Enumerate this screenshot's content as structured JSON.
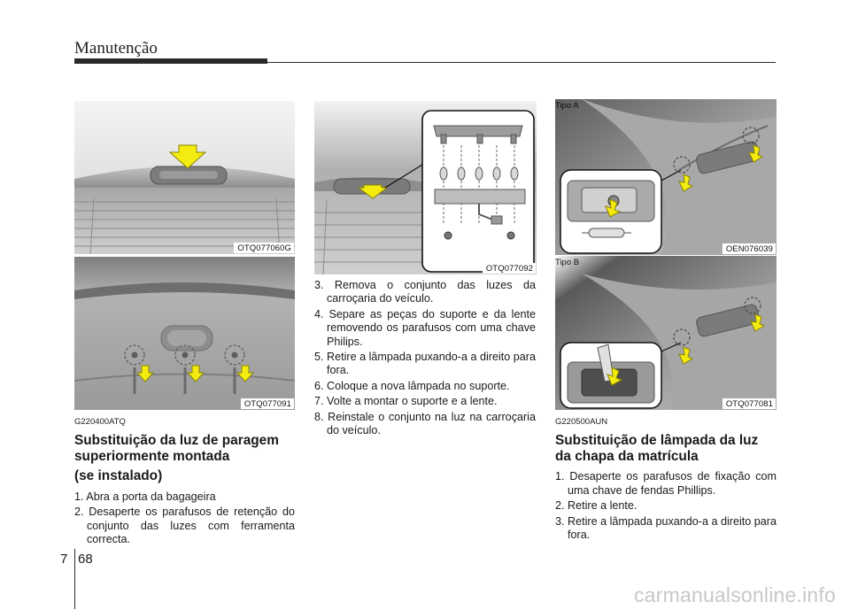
{
  "header": {
    "title": "Manutenção"
  },
  "figures": {
    "fig1": {
      "code": "OTQ077060G"
    },
    "fig2": {
      "code": "OTQ077091"
    },
    "fig3": {
      "code": "OTQ077092"
    },
    "fig4": {
      "code": "OEN076039",
      "label": "Tipo A"
    },
    "fig5": {
      "code": "OTQ077081",
      "label": "Tipo B"
    }
  },
  "left_section": {
    "code": "G220400ATQ",
    "heading_1": "Substituição da luz de paragem superiormente montada",
    "heading_2": "(se instalado)",
    "steps": [
      "1. Abra a porta da bagageira",
      "2. Desaperte os parafusos de retenção do conjunto das luzes com ferramenta correcta."
    ]
  },
  "middle_section": {
    "steps": [
      "3. Remova o conjunto das luzes da carroçaria do veículo.",
      "4. Separe as peças do suporte e da lente removendo os parafusos com uma chave Philips.",
      "5. Retire a lâmpada puxando-a a direito para fora.",
      "6. Coloque a nova lâmpada no suporte.",
      "7. Volte a montar o suporte e a lente.",
      "8. Reinstale o conjunto na luz na carroçaria do veículo."
    ]
  },
  "right_section": {
    "code": "G220500AUN",
    "heading": "Substituição de lâmpada da luz da chapa da matrícula",
    "steps": [
      "1. Desaperte os parafusos de fixação com uma chave de fendas Phillips.",
      "2. Retire a lente.",
      "3. Retire a lâmpada puxando-a a direito para fora."
    ]
  },
  "footer": {
    "section": "7",
    "page": "68",
    "watermark": "carmanualsonline.info"
  }
}
